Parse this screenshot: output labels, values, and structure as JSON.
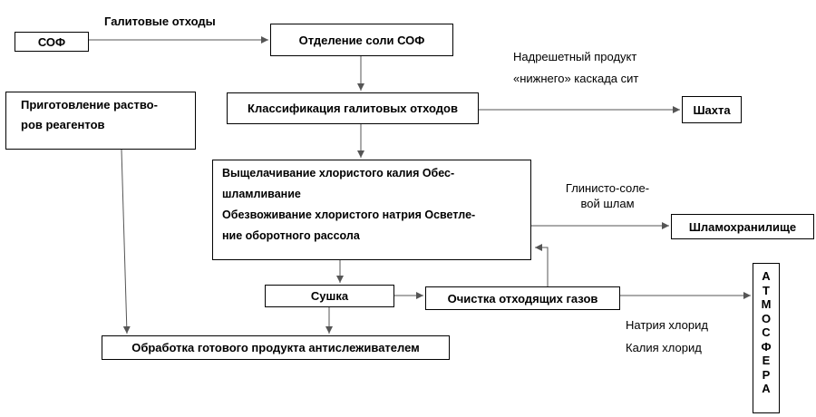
{
  "boxes": {
    "sof": "СОФ",
    "salt_separation": "Отделение соли СОФ",
    "reagent_prep": [
      "Приготовление раство-",
      "ров реагентов"
    ],
    "classification": "Классификация галитовых отходов",
    "mine": "Шахта",
    "leaching": [
      "Выщелачивание хлористого калия Обес-",
      "шламливание",
      "Обезвоживание хлористого натрия Осветле-",
      "ние оборотного рассола"
    ],
    "sludge_storage": "Шламохранилище",
    "drying": "Сушка",
    "gas_cleaning": "Очистка отходящих газов",
    "anticaking": "Обработка готового продукта антислеживателем",
    "atmosphere": [
      "А",
      "Т",
      "М",
      "О",
      "С",
      "Ф",
      "Е",
      "Р",
      "А"
    ]
  },
  "labels": {
    "halite_waste": "Галитовые отходы",
    "oversize_line1": "Надрешетный продукт",
    "oversize_line2": "«нижнего» каскада сит",
    "clay_salt_line1": "Глинисто-соле-",
    "clay_salt_line2": "вой шлам",
    "sodium_chloride": "Натрия хлорид",
    "potassium_chloride": "Калия хлорид"
  }
}
